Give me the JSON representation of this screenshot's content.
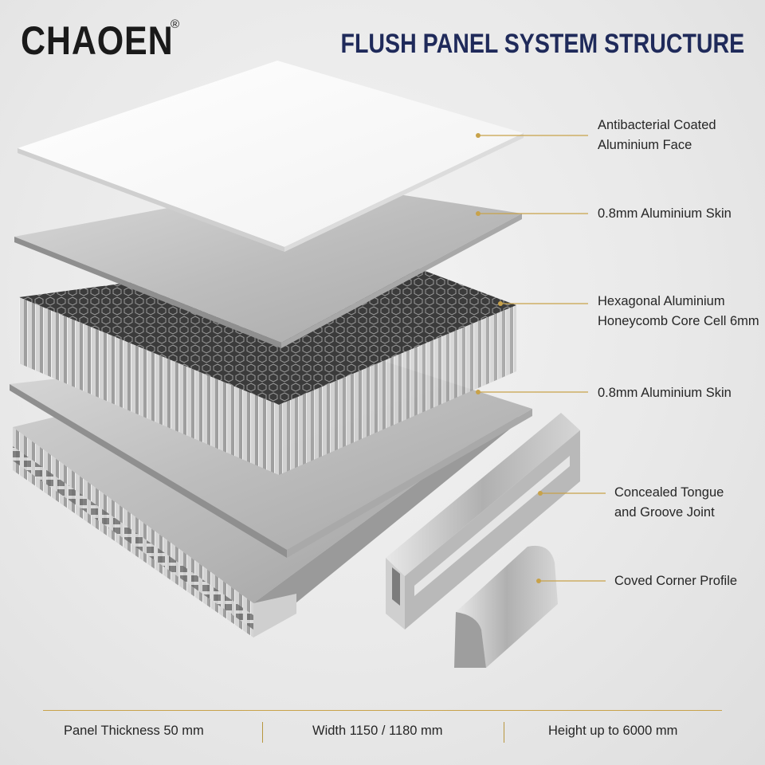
{
  "brand": {
    "name": "CHAOEN",
    "mark": "®"
  },
  "title": "FLUSH PANEL SYSTEM STRUCTURE",
  "layers": [
    {
      "lines": [
        "Antibacterial Coated",
        "Aluminium Face"
      ]
    },
    {
      "lines": [
        "0.8mm Aluminium Skin"
      ]
    },
    {
      "lines": [
        "Hexagonal Aluminium",
        "Honeycomb Core Cell 6mm"
      ]
    },
    {
      "lines": [
        "0.8mm Aluminium Skin"
      ]
    },
    {
      "lines": [
        "Concealed Tongue",
        "and Groove Joint"
      ]
    },
    {
      "lines": [
        "Coved Corner Profile"
      ]
    }
  ],
  "specs": [
    "Panel Thickness 50 mm",
    "Width 1150 / 1180 mm",
    "Height up to 6000 mm"
  ],
  "colors": {
    "accent": "#c8a24a",
    "title": "#1f2a5a",
    "text": "#262626"
  }
}
